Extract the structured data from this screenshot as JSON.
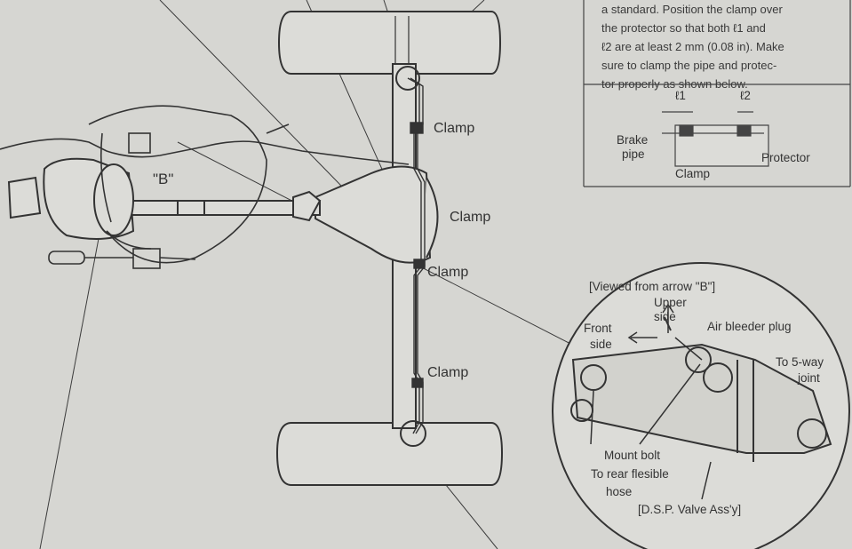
{
  "note": {
    "lines": [
      "a standard. Position the clamp over",
      "the protector so that both ℓ1 and",
      "ℓ2 are at least 2 mm (0.08 in). Make",
      "sure to clamp the pipe and protec-",
      "tor properly as shown below."
    ],
    "inset": {
      "l1": "ℓ1",
      "l2": "ℓ2",
      "brake_pipe_1": "Brake",
      "brake_pipe_2": "pipe",
      "clamp": "Clamp",
      "protector": "Protector"
    }
  },
  "main_labels": {
    "arrow_b": "\"B\"",
    "clamp_1": "Clamp",
    "clamp_2": "Clamp",
    "clamp_3": "Clamp",
    "clamp_4": "Clamp"
  },
  "detail": {
    "title": "[Viewed from arrow \"B\"]",
    "upper_1": "Upper",
    "upper_2": "side",
    "front_1": "Front",
    "front_2": "side",
    "air_bleeder": "Air bleeder plug",
    "to_5way_1": "To 5-way",
    "to_5way_2": "joint",
    "mount_bolt": "Mount bolt",
    "rear_hose_1": "To rear flesible",
    "rear_hose_2": "hose",
    "valve": "[D.S.P. Valve Ass'y]"
  },
  "colors": {
    "paper": "#d6d6d2",
    "ink": "#3a3a3a",
    "box_bg": "#dcdcd8"
  }
}
